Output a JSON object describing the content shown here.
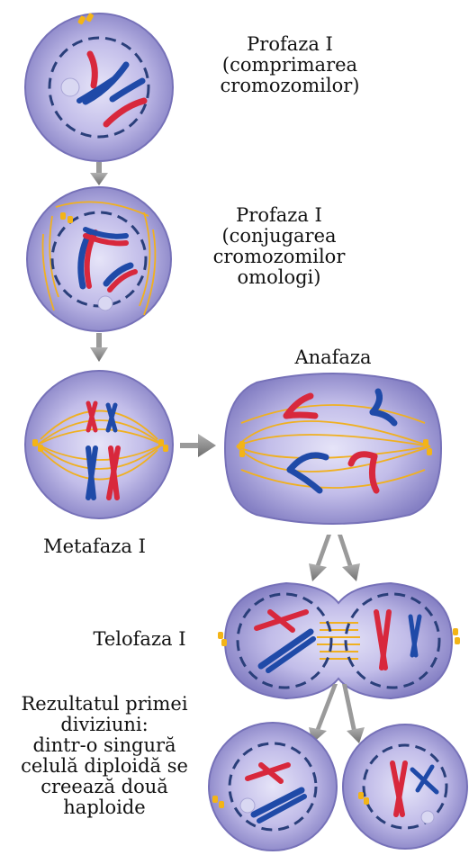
{
  "stages": {
    "prophase_condensation": {
      "lines": [
        "Profaza I",
        "(comprimarea",
        "cromozomilor)"
      ]
    },
    "prophase_pairing": {
      "lines": [
        "Profaza I",
        "(conjugarea",
        "cromozomilor",
        "omologi)"
      ]
    },
    "metaphase": {
      "lines": [
        "Metafaza I"
      ]
    },
    "anaphase": {
      "lines": [
        "Anafaza"
      ]
    },
    "telophase": {
      "lines": [
        "Telofaza I"
      ]
    },
    "result": {
      "lines": [
        "Rezultatul primei",
        "diviziuni:",
        "dintr-o singură",
        "celulă diploidă se",
        "creează două",
        "haploide"
      ]
    }
  },
  "colors": {
    "cell_outer": "#8a86c8",
    "cell_inner": "#c7c3ec",
    "nucleus_dash": "#2a3f7a",
    "chromosome_red": "#d8283c",
    "chromosome_blue": "#1f4aa8",
    "spindle": "#f0b020",
    "arrow": "#8a8a8a"
  }
}
